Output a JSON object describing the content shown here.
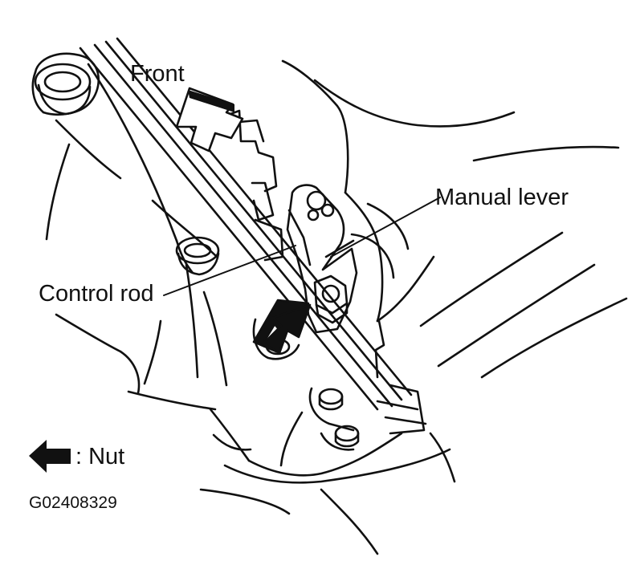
{
  "labels": {
    "front": "Front",
    "manual_lever": "Manual lever",
    "control_rod": "Control rod",
    "legend_nut": ": Nut"
  },
  "figure_code": "G02408329",
  "legend": {
    "icon": "filled-left-arrow-icon",
    "meaning": "Nut"
  },
  "colors": {
    "ink": "#111111",
    "background": "#ffffff"
  }
}
